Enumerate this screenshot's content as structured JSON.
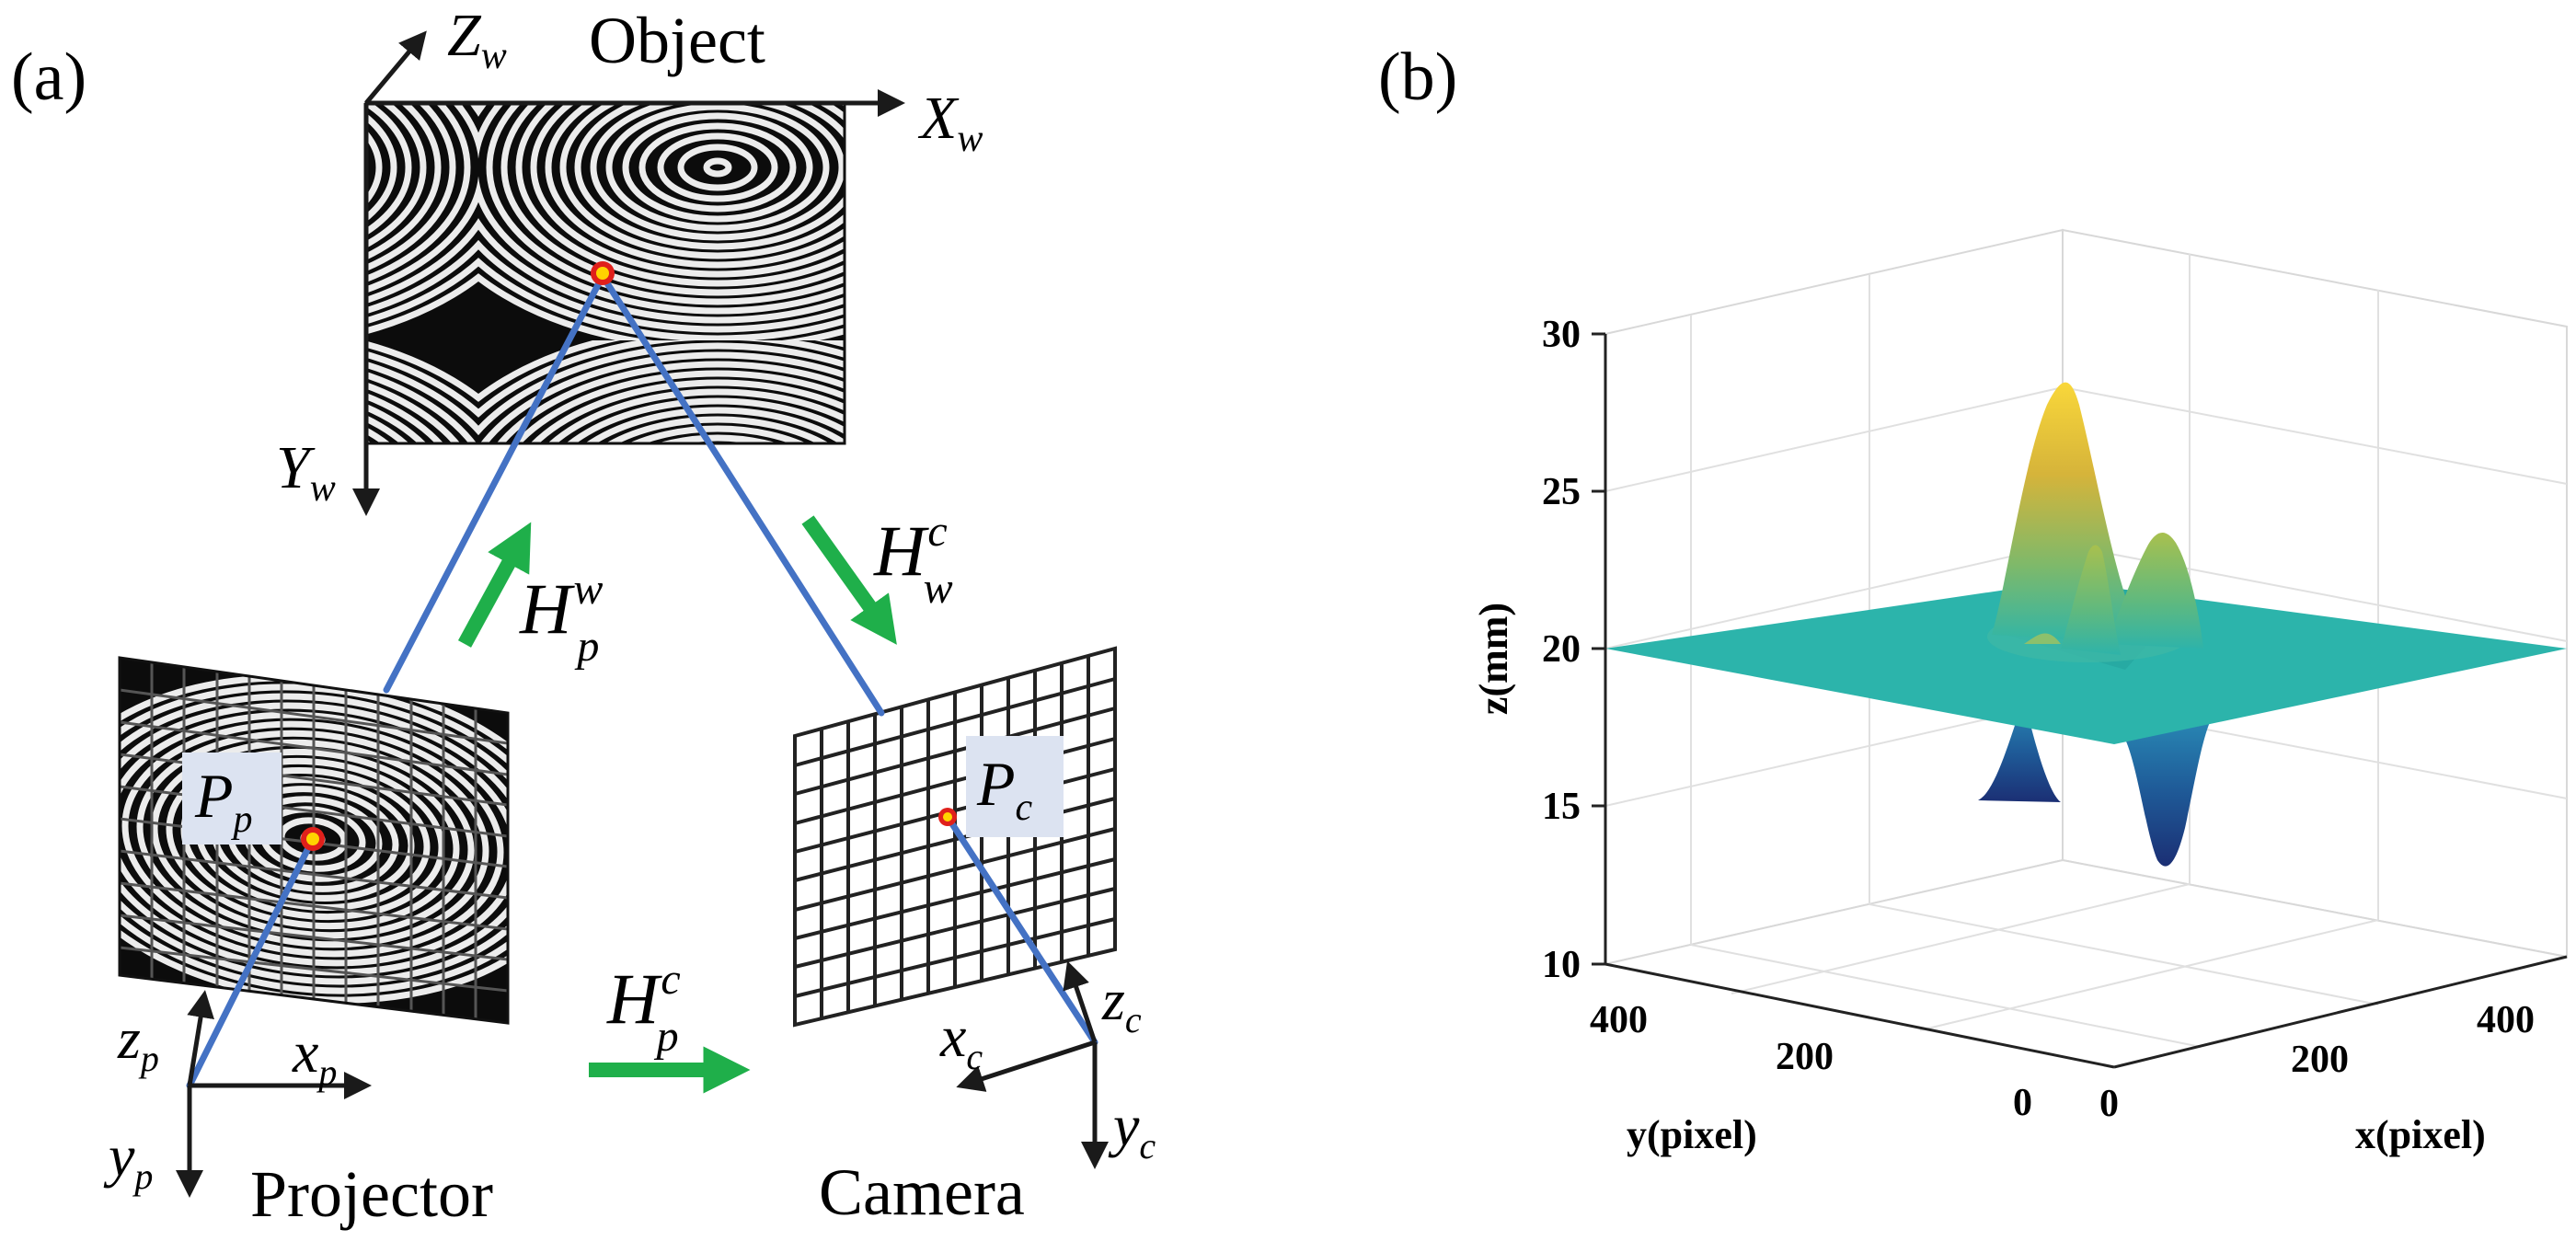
{
  "panel_a": {
    "label": "(a)",
    "object_label": "Object",
    "projector_label": "Projector",
    "camera_label": "Camera",
    "world_axes": {
      "z": "Z",
      "x": "X",
      "y": "Y",
      "sub": "w"
    },
    "projector_axes": {
      "z": "z",
      "x": "x",
      "y": "y",
      "sub": "p"
    },
    "camera_axes": {
      "z": "z",
      "x": "x",
      "y": "y",
      "sub": "c"
    },
    "point_projector": {
      "base": "P",
      "sub": "p"
    },
    "point_camera": {
      "base": "P",
      "sub": "c"
    },
    "h_pw": {
      "base": "H",
      "sub": "p",
      "sup": "w"
    },
    "h_wc": {
      "base": "H",
      "sub": "w",
      "sup": "c"
    },
    "h_pc": {
      "base": "H",
      "sub": "p",
      "sup": "c"
    },
    "colors": {
      "ray": "#4472C4",
      "arrow": "#1FAF4A",
      "point_fill": "#FFD400",
      "point_ring": "#E0201B",
      "label_bg": "#DCE3F1"
    }
  },
  "panel_b": {
    "label": "(b)",
    "chart_data": {
      "type": "surface",
      "title": "",
      "xlabel": "x(pixel)",
      "ylabel": "y(pixel)",
      "zlabel": "z(mm)",
      "xlim": [
        0,
        512
      ],
      "ylim": [
        0,
        512
      ],
      "zlim": [
        10,
        30
      ],
      "z_ticks": [
        "10",
        "15",
        "20",
        "25",
        "30"
      ],
      "x_ticks": [
        "0",
        "200",
        "400"
      ],
      "y_ticks": [
        "0",
        "200",
        "400"
      ],
      "base_level": 20,
      "colormap": "parula",
      "grid": true,
      "features": [
        {
          "type": "peak",
          "z_max": 28.5
        },
        {
          "type": "peak",
          "z_max": 23.2
        },
        {
          "type": "peak",
          "z_max": 23.0
        },
        {
          "type": "valley",
          "z_min": 13.0
        },
        {
          "type": "valley",
          "z_min": 18.3
        }
      ]
    }
  }
}
